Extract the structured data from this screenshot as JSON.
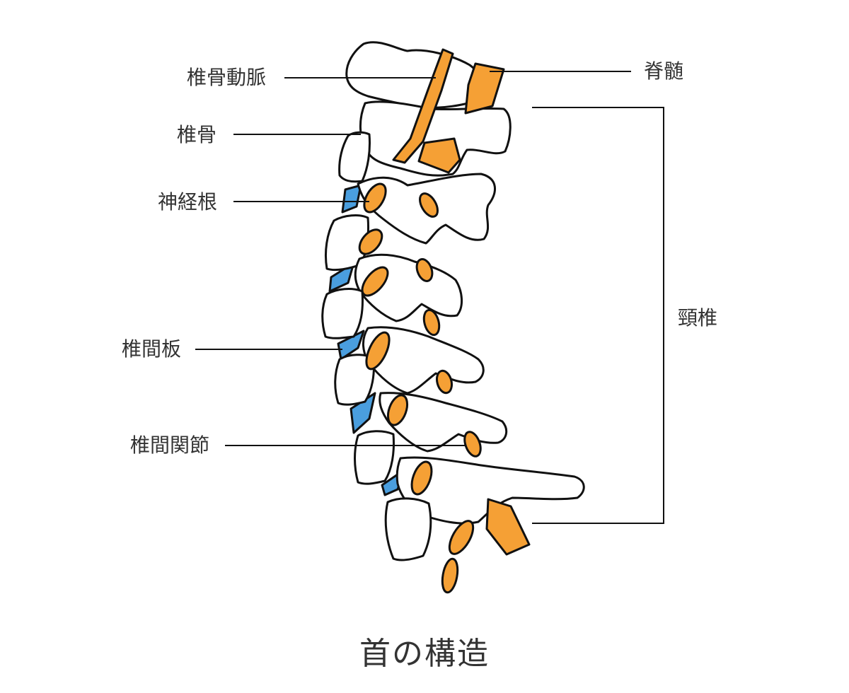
{
  "title": "首の構造",
  "labels": {
    "vertebral_artery": "椎骨動脈",
    "vertebra": "椎骨",
    "nerve_root": "神経根",
    "intervertebral_disc": "椎間板",
    "facet_joint": "椎間関節",
    "spinal_cord": "脊髄",
    "cervical_spine": "頸椎"
  },
  "colors": {
    "nerve": "#F5A035",
    "disc": "#4A9EDE",
    "bone_fill": "#ffffff",
    "outline": "#111111",
    "text": "#333333"
  }
}
